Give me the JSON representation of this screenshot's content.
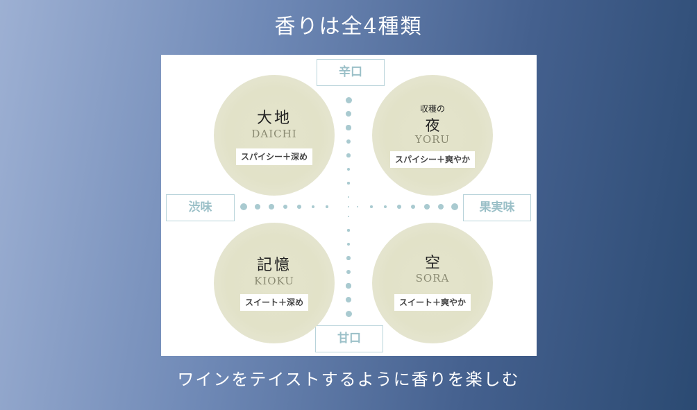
{
  "title": "香りは全4種類",
  "subtitle": "ワインをテイストするように香りを楽しむ",
  "axes": {
    "top": "辛口",
    "bottom": "甘口",
    "left": "渋味",
    "right": "果実味"
  },
  "wines": [
    {
      "name": "大地",
      "roman": "DAICHI",
      "tag": "スパイシー＋深め"
    },
    {
      "prefix": "収穫の",
      "name": "夜",
      "roman": "YORU",
      "tag": "スパイシー＋爽やか"
    },
    {
      "name": "記憶",
      "roman": "KIOKU",
      "tag": "スイート＋深め"
    },
    {
      "name": "空",
      "roman": "SORA",
      "tag": "スイート＋爽やか"
    }
  ],
  "colors": {
    "axis": "#a9cad0",
    "circle": "#e2e2c8",
    "background_start": "#9db0d3",
    "background_end": "#2b4a72"
  }
}
